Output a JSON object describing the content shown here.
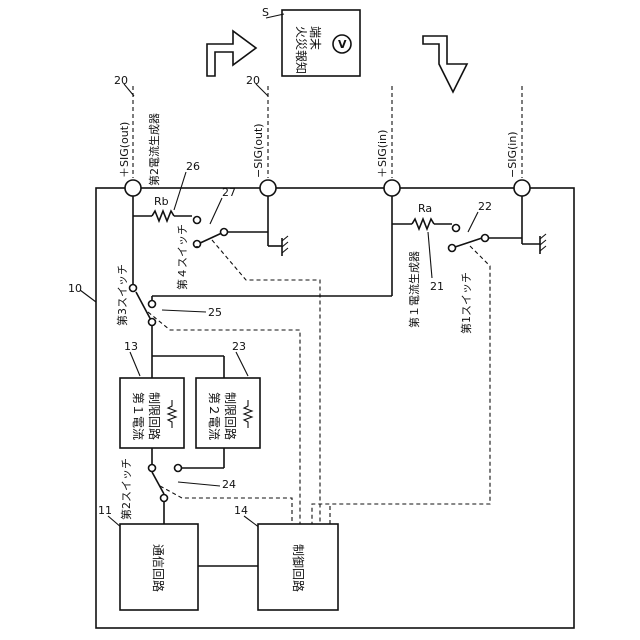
{
  "diagram": {
    "terminal": {
      "ref": "S",
      "lines": [
        "火災報知",
        "端末"
      ],
      "meter_symbol": "V"
    },
    "arrow_up_name": "outgoing-arrow",
    "arrow_down_name": "incoming-arrow",
    "signals": {
      "plus_out": "＋SIG(out)",
      "minus_out": "−SIG(out)",
      "plus_in": "＋SIG(in)",
      "minus_in": "−SIG(in)"
    },
    "refs": {
      "device": "10",
      "comm": "11",
      "limit1": "13",
      "ctrl": "14",
      "line_left": "20",
      "line_right": "20",
      "sw1": "22",
      "gen1": "21",
      "sw2": "24",
      "sw3": "25",
      "gen2": "26",
      "sw4": "27",
      "limit2": "23"
    },
    "components": {
      "rb": "Rb",
      "ra": "Ra",
      "gen2_label": "第2電流生成器",
      "gen1_label": "第１電流生成器",
      "sw1_label": "第1スイッチ",
      "sw2_label": "第2スイッチ",
      "sw3_label": "第3スイッチ",
      "sw4_label": "第４スイッチ",
      "limit1_lines": [
        "第１電流",
        "制限回路"
      ],
      "limit2_lines": [
        "第２電流",
        "制限回路"
      ],
      "comm_label": "通信回路",
      "ctrl_label": "制御回路"
    }
  }
}
